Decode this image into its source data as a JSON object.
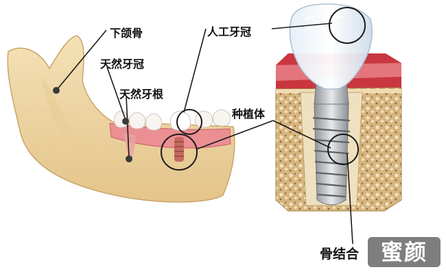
{
  "labels": {
    "mandible": "下颌骨",
    "natural_crown": "天然牙冠",
    "natural_root": "天然牙根",
    "artificial_crown": "人工牙冠",
    "implant_body": "种植体",
    "osseointegration": "骨结合"
  },
  "watermark": "蜜颜",
  "colors": {
    "bone": "#f0d9a8",
    "bone_shadow": "#d9b57a",
    "gum": "#e36a74",
    "gum_dark": "#b8323e",
    "tooth": "#f7f2ec",
    "crown_glass": "#dceaf6",
    "implant_metal": "#b9bcc0",
    "label_line": "#1a1a1a"
  },
  "icons": [
    "callout-circle",
    "callout-dot"
  ]
}
